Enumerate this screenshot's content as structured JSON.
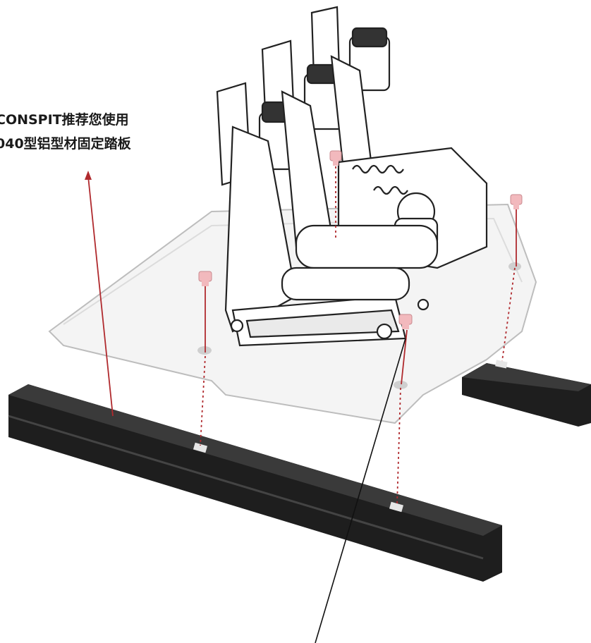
{
  "callout": {
    "line1": "CONSPIT推荐您使用",
    "line2": "040型铝型材固定踏板"
  },
  "colors": {
    "guide_line": "#b02a2e",
    "extrusion": "#1e1e1e",
    "extrusion_edge": "#3a3a3a",
    "base_plate": "#f2f2f2",
    "bolt": "#f2b9bd"
  },
  "icons": {
    "pedal_set": "pedal-assembly-illustration",
    "bolt": "hex-socket-bolt",
    "rail": "aluminum-extrusion-rail"
  }
}
